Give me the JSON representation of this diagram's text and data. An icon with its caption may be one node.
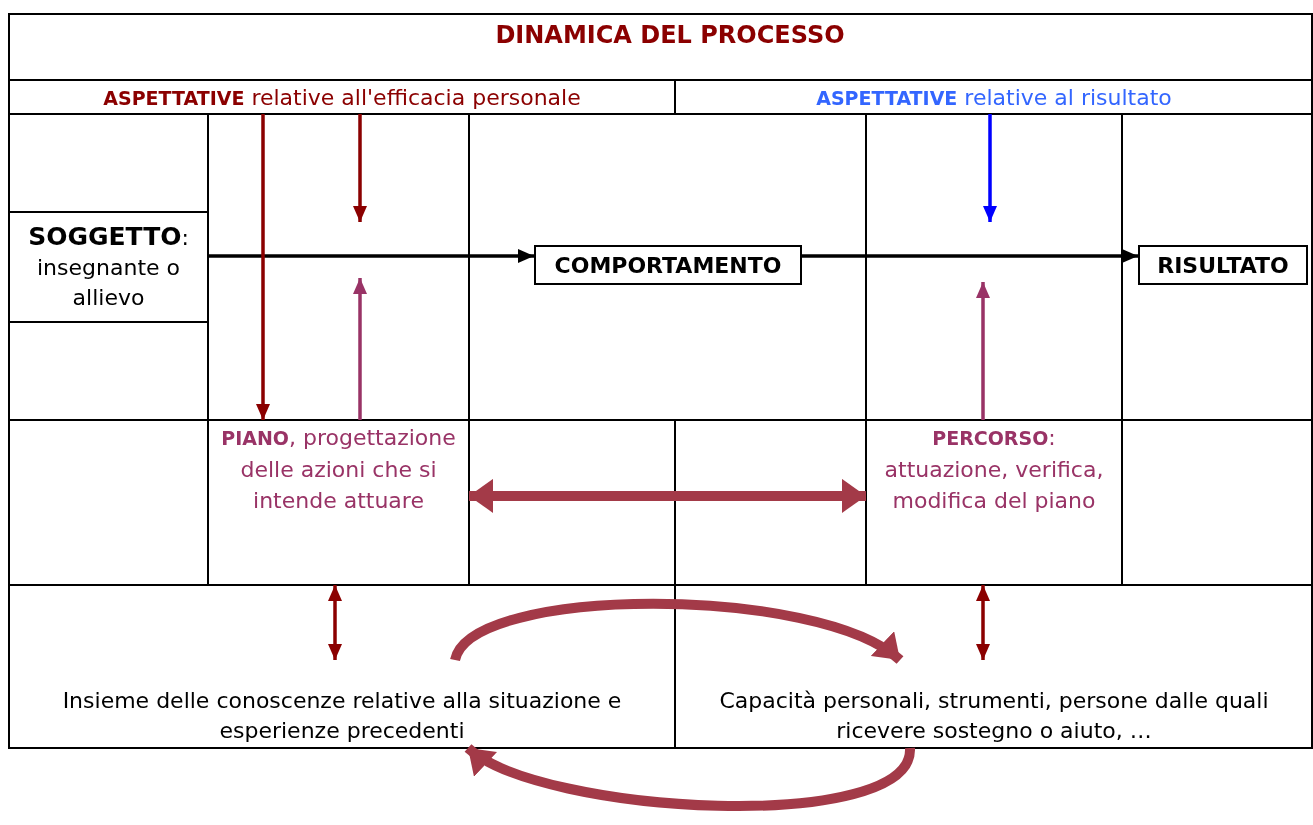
{
  "diagram": {
    "title": "DINAMICA DEL PROCESSO",
    "nodes": [
      {
        "text": [
          "**ASPETTATIVE** relative all'efficacia personale"
        ]
      },
      {
        "text": [
          "**ASPETTATIVE** relative al risultato"
        ]
      },
      {
        "text": [
          "**SOGGETTO**: insegnante o allievo"
        ]
      },
      {
        "text": [
          "COMPORTAMENTO"
        ]
      },
      {
        "text": [
          "RISULTATO"
        ]
      },
      {
        "text": [
          "**PIANO**, progettazione delle azioni che si intende attuare"
        ]
      },
      {
        "text": [
          "**PERCORSO**: attuazione, verifica, modifica del piano"
        ]
      },
      {
        "text": [
          "Insieme delle conoscenze relative alla situazione e esperienze precedenti"
        ]
      },
      {
        "text": [
          "Capacità personali, strumenti, persone dalle quali ricevere sostegno o aiuto, …"
        ]
      }
    ],
    "edges": [
      {
        "from": 2,
        "to": 3,
        "arrow": "to",
        "color": "#000000"
      },
      {
        "from": 3,
        "to": 4,
        "arrow": "to",
        "color": "#000000"
      },
      {
        "from": 0,
        "to": 5,
        "arrow": "to"
      },
      {
        "from": 0,
        "to": null,
        "arrow": "to"
      },
      {
        "from": 5,
        "to": null,
        "arrow": "to",
        "color": "#993366"
      },
      {
        "from": 1,
        "to": null,
        "arrow": "to",
        "color": "#0000ff"
      },
      {
        "from": 6,
        "to": null,
        "arrow": "to",
        "color": "#993366"
      },
      {
        "from": 5,
        "to": 6,
        "arrow": "both",
        "style": "thick",
        "color": "#a33a48"
      },
      {
        "from": 5,
        "to": 7,
        "arrow": "both"
      },
      {
        "from": 6,
        "to": 8,
        "arrow": "both"
      },
      {
        "from": 7,
        "to": 8,
        "arrow": "to",
        "style": "thick",
        "color": "#a33a48"
      },
      {
        "from": 8,
        "to": 7,
        "arrow": "to",
        "style": "thick",
        "color": "#a33a48"
      }
    ]
  }
}
